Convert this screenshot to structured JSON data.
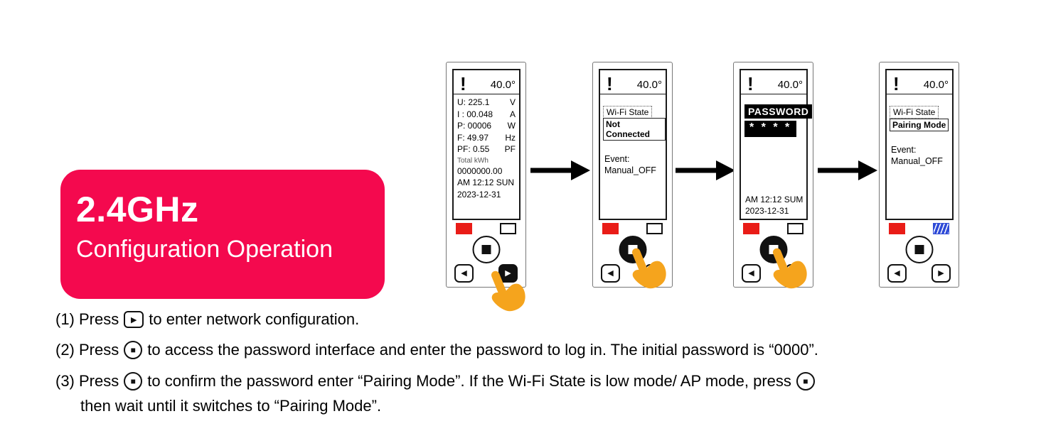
{
  "badge": {
    "title": "2.4GHz",
    "subtitle": "Configuration Operation",
    "bg_color": "#F4094E",
    "text_color": "#FFFFFF"
  },
  "colors": {
    "hand_pointer_orange": "#F5A41D",
    "led_red": "#E91C17",
    "wifi_indicator_blue": "#2F4BD7",
    "screen_border": "#1A1A1A"
  },
  "devices": [
    {
      "alert": "!",
      "temp": "40.0°",
      "rows": [
        {
          "v": "U: 225.1",
          "u": "V"
        },
        {
          "v": "I : 00.048",
          "u": "A"
        },
        {
          "v": "P: 00006",
          "u": "W"
        },
        {
          "v": "F: 49.97",
          "u": "Hz"
        },
        {
          "v": "PF: 0.55",
          "u": "PF"
        }
      ],
      "total_label": "Total kWh",
      "total_value": "0000000.00",
      "time": "AM 12:12 SUN",
      "date": "2023-12-31",
      "left_button": "◀",
      "right_button": "▶",
      "pressed_button": "right-arrow"
    },
    {
      "alert": "!",
      "temp": "40.0°",
      "wifi_label": "Wi-Fi State",
      "wifi_status": "Not Connected",
      "event_label": "Event:",
      "event_value": "Manual_OFF",
      "left_button": "◀",
      "right_button": "▶",
      "pressed_button": "center"
    },
    {
      "alert": "!",
      "temp": "40.0°",
      "password_label": "PASSWORD",
      "password_value": "* * * *",
      "time": "AM 12:12 SUM",
      "date": "2023-12-31",
      "left_button": "◀",
      "right_button": "▶",
      "pressed_button": "center"
    },
    {
      "alert": "!",
      "temp": "40.0°",
      "wifi_label": "Wi-Fi State",
      "wifi_status": "Pairing Mode",
      "event_label": "Event:",
      "event_value": "Manual_OFF",
      "left_button": "◀",
      "right_button": "▶",
      "pressed_button": "none"
    }
  ],
  "instructions": {
    "line1_pre": "(1) Press",
    "line1_icon": "▶",
    "line1_post": "to enter network configuration.",
    "line2_pre": "(2) Press",
    "line2_icon": "■",
    "line2_post": "to access the password interface and enter the password to log in. The initial password is “0000”.",
    "line3_pre": "(3) Press",
    "line3_icon": "■",
    "line3_post": "to confirm the password enter “Pairing Mode”. If the Wi-Fi State is low mode/ AP mode, press",
    "line3_icon2": "■",
    "line4": "then wait until it switches to “Pairing Mode”."
  }
}
